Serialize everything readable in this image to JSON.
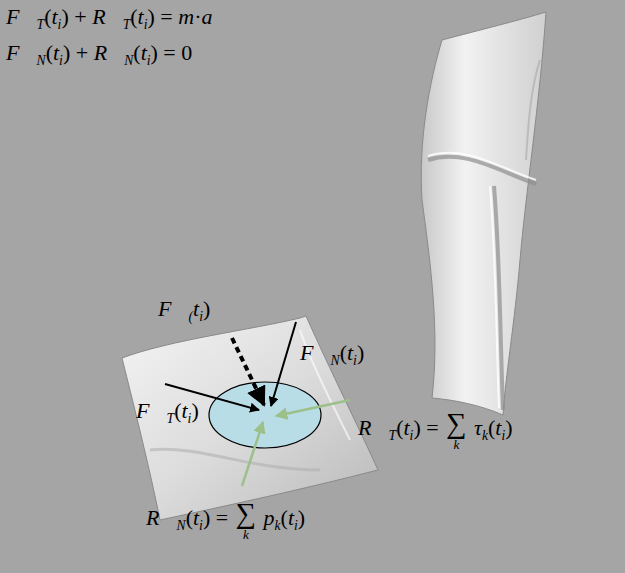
{
  "diagram": {
    "labels": [
      "F⃗T(ti) + R⃗T(ti) = m·a⃗",
      "F⃗N(ti) + R⃗N(ti) = 0",
      "F⃗(ti)",
      "F⃗N(ti)",
      "F⃗T(ti)",
      "R⃗T(ti) = ∑k τk(ti)",
      "R⃗N(ti) = ∑k pk(ti)"
    ]
  }
}
